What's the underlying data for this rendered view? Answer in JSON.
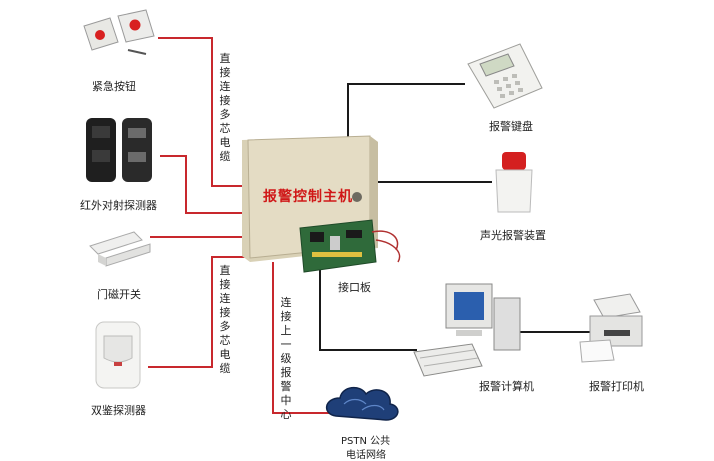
{
  "main_unit": {
    "title": "报警控制主机"
  },
  "interface_board": {
    "label": "接口板"
  },
  "left_devices": {
    "emergency_button": {
      "label": "紧急按钮"
    },
    "infrared_detector": {
      "label": "红外对射探测器"
    },
    "door_magnet": {
      "label": "门磁开关"
    },
    "dual_detector": {
      "label": "双鉴探测器"
    }
  },
  "right_devices": {
    "keypad": {
      "label": "报警键盘"
    },
    "siren": {
      "label": "声光报警装置"
    },
    "computer": {
      "label": "报警计算机"
    },
    "printer": {
      "label": "报警打印机"
    }
  },
  "cable_notes": {
    "upper": "直接连接多芯电缆",
    "lower": "直接连接多芯电缆",
    "center": "连接上一级报警中心"
  },
  "network": {
    "label_line1": "PSTN 公共",
    "label_line2": "电话网络"
  },
  "colors": {
    "red_line": "#c8282d",
    "dark_line": "#1a1a1a",
    "panel": "#e4dcc4",
    "title_red": "#d01818"
  }
}
